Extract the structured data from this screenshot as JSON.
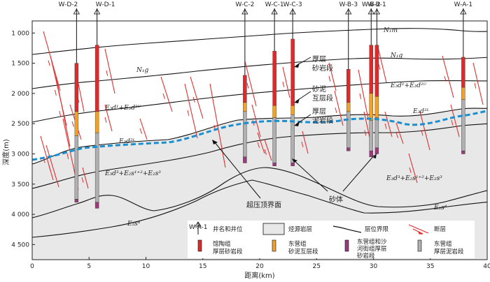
{
  "axes": {
    "y_title": "深度(m)",
    "x_title": "距离(km)",
    "y_ticks": [
      "1 000",
      "1 500",
      "2 000",
      "2 500",
      "3 000",
      "3 500",
      "4 000",
      "4 500"
    ],
    "x_ticks": [
      "0",
      "5",
      "10",
      "15",
      "20",
      "25",
      "30",
      "35",
      "40"
    ],
    "y_range_m": [
      800,
      4750
    ],
    "x_range_km": [
      0,
      40
    ]
  },
  "wells": [
    {
      "name": "W-D-2",
      "km": 3.9
    },
    {
      "name": "W-D-1",
      "km": 5.7
    },
    {
      "name": "W-C-2",
      "km": 18.7
    },
    {
      "name": "W-C-1",
      "km": 21.3
    },
    {
      "name": "W-C-3",
      "km": 22.9
    },
    {
      "name": "W-B-3",
      "km": 27.8
    },
    {
      "name": "W-B-2",
      "km": 29.8
    },
    {
      "name": "W-B-1",
      "km": 30.3
    },
    {
      "name": "W-A-1",
      "km": 37.9
    }
  ],
  "units": {
    "n1m": "N₁m",
    "n1g_left": "N₁g",
    "n1g_right": "N₁g",
    "e3d1_e3d2u": "E₃d¹+E₃d²ᵁ",
    "e3d1_e3d2u_right": "E₃d¹+E₃d²ᵁ",
    "e3d2l_left": "E₃d²ᴸ",
    "e3d2l_right": "E₃d²ᴸ",
    "e3d3_left": "E₃d³+E₂s¹⁺²+E₂s³",
    "e3d3_right": "E₃d³+E₂s¹⁺²+E₂s³",
    "e2s4_left": "E₂s⁴",
    "e2s4_right": "E₂s⁴"
  },
  "annotations": {
    "thick_sand": [
      "厚层",
      "砂岩段"
    ],
    "sand_mud": [
      "砂泥",
      "互层段"
    ],
    "thick_mud": [
      "厚层",
      "泥岩段"
    ],
    "overpressure_top": "超压顶界面",
    "sand_body": "砂体"
  },
  "legend": {
    "well_symbol": "W-A-1",
    "items": [
      {
        "key": "well",
        "label": [
          "井名和井位"
        ]
      },
      {
        "key": "source",
        "label": [
          "烃源岩层"
        ]
      },
      {
        "key": "boundary",
        "label": [
          "层位界限"
        ]
      },
      {
        "key": "fault",
        "label": [
          "断层"
        ]
      },
      {
        "key": "guantao",
        "label": [
          "馆陶组",
          "厚层砂岩段"
        ]
      },
      {
        "key": "dongying_sm",
        "label": [
          "东营组",
          "砂泥互层段"
        ]
      },
      {
        "key": "dongying_sh",
        "label": [
          "东营组和沙",
          "河街组厚层",
          "砂岩段"
        ]
      },
      {
        "key": "dongying_mud",
        "label": [
          "东营组",
          "厚层泥岩段"
        ]
      }
    ]
  },
  "colors": {
    "fault": "#e03030",
    "red_seg": "#e02a2a",
    "orange_seg": "#f2a228",
    "purple_seg": "#9a3a7a",
    "gray_seg": "#b0b0b0",
    "source_fill": "#e8e8e8",
    "overpressure": "#1a8fd0"
  }
}
